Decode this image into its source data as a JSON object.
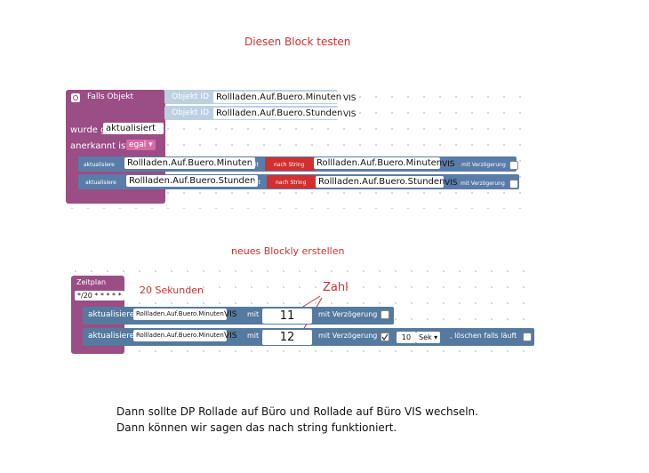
{
  "labels": {
    "title_test": "Diesen Block testen",
    "title_new": "neues Blockly erstellen",
    "annotation_20s": "20 Sekunden",
    "annotation_zahl": "Zahl"
  },
  "block1": {
    "trigger_label": "Falls Objekt",
    "objekt_id_label": "Objekt ID",
    "obj_id_1": "Rollladen.Auf.Buero.Minuten",
    "obj_id_2": "Rollladen.Auf.Buero.Stunden",
    "vis_suffix": "VIS",
    "wurde_label": "wurde g",
    "wurde_value": "aktualisiert",
    "anerkannt_label": "anerkannt ist",
    "anerkannt_value": "egal ▾",
    "rows": [
      {
        "aktualisiere": "aktualisiere",
        "target": "Rollladen.Auf.Buero.Minuten",
        "mit": "mit",
        "nach_string": "nach String",
        "source": "Rollladen.Auf.Buero.Minuten",
        "vis": "VIS",
        "delay": "mit Verzögerung"
      },
      {
        "aktualisiere": "aktualisiere",
        "target": "Rollladen.Auf.Buero.Stunden",
        "mit": "mit",
        "nach_string": "nach String",
        "source": "Rollladen.Auf.Buero.Stunden",
        "vis": "VIS",
        "delay": "mit Verzögerung"
      }
    ]
  },
  "block2": {
    "zeitplan_label": "Zeitplan",
    "cron_value": "*/20 * * * * *",
    "rows": [
      {
        "aktualisiere": "aktualisiere",
        "target": "Rollladen.Auf.Buero.Minuten",
        "vis": "VIS",
        "mit": "mit",
        "value": "11",
        "delay": "mit Verzögerung"
      },
      {
        "aktualisiere": "aktualisiere",
        "target": "Rollladen.Auf.Buero.Minuten",
        "vis": "VIS",
        "mit": "mit",
        "value": "12",
        "delay": "mit Verzögerung",
        "delay_amount": "10",
        "delay_unit": "Sek ▾",
        "clear_label": ", löschen falls läuft"
      }
    ]
  },
  "notes": {
    "line1": "Dann sollte DP Rollade auf Büro und Rollade auf Büro VIS wechseln.",
    "line2": "Dann können wir sagen das nach string funktioniert."
  }
}
